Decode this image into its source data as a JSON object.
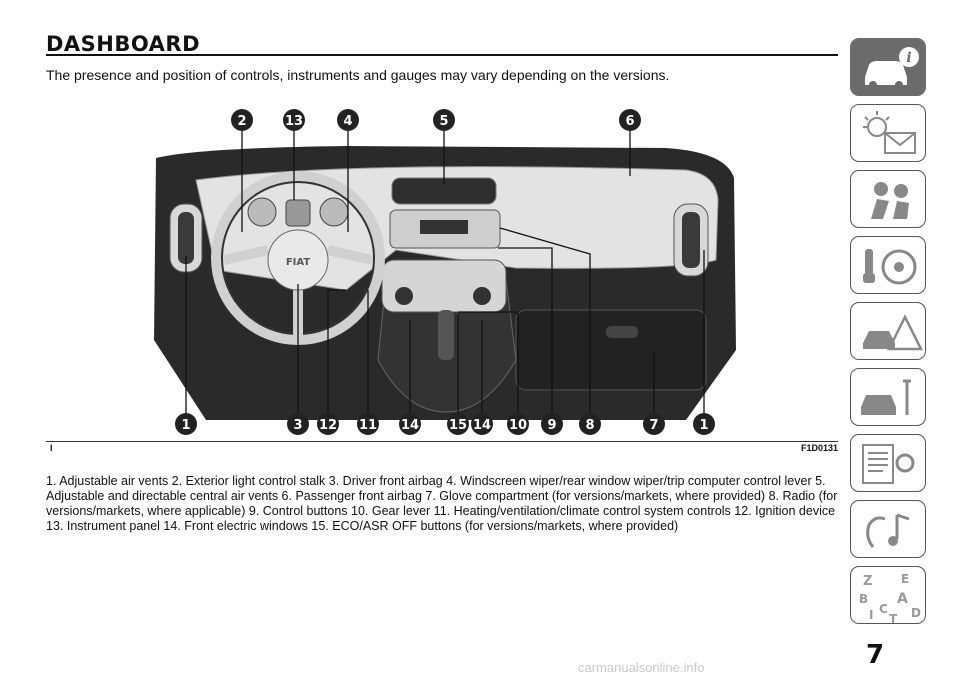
{
  "heading": "DASHBOARD",
  "intro": "The presence and position of controls, instruments and gauges may vary depending on the versions.",
  "figure": {
    "left_label": "I",
    "code": "F1D0131",
    "brand_badge": "FIAT",
    "callouts_top": [
      "2",
      "13",
      "4",
      "5",
      "6"
    ],
    "callouts_bottom": [
      "1",
      "3",
      "12",
      "11",
      "14",
      "15",
      "14",
      "10",
      "9",
      "8",
      "7",
      "1"
    ]
  },
  "caption": "1. Adjustable air vents 2. Exterior light control stalk 3. Driver front airbag 4. Windscreen wiper/rear window wiper/trip computer control lever 5. Adjustable and directable central air vents 6. Passenger front airbag 7. Glove compartment (for versions/markets, where provided) 8. Radio (for versions/markets, where applicable) 9. Control buttons 10. Gear lever 11. Heating/ventilation/climate control system controls 12. Ignition device 13. Instrument panel 14. Front electric windows 15. ECO/ASR OFF buttons (for versions/markets, where provided)",
  "side_tabs": [
    {
      "icon": "car-info-icon",
      "active": true
    },
    {
      "icon": "warning-light-message-icon",
      "active": false
    },
    {
      "icon": "safety-airbag-icon",
      "active": false
    },
    {
      "icon": "key-steering-wheel-icon",
      "active": false
    },
    {
      "icon": "emergency-triangle-icon",
      "active": false
    },
    {
      "icon": "car-maintenance-icon",
      "active": false
    },
    {
      "icon": "technical-data-icon",
      "active": false
    },
    {
      "icon": "multimedia-icon",
      "active": false
    },
    {
      "icon": "index-icon",
      "active": false
    }
  ],
  "index_letters": [
    "Z",
    "E",
    "B",
    "A",
    "I",
    "C",
    "T",
    "D"
  ],
  "page_number": "7",
  "watermark": "carmanualsonline.info",
  "colors": {
    "callout": "#222222",
    "active_tab": "#6b6b6b",
    "dash": "#2a2a2a"
  }
}
